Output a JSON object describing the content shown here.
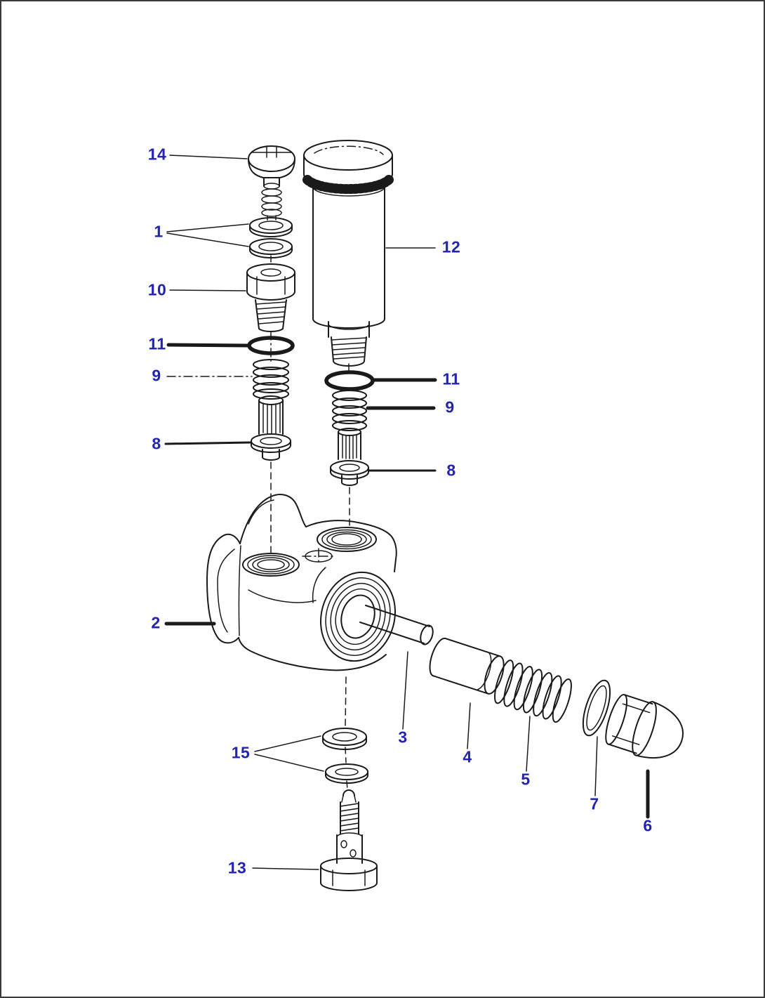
{
  "colors": {
    "background": "#ffffff",
    "line": "#1a1a1a",
    "label": "#2424b4"
  },
  "callouts": [
    {
      "label": "14"
    },
    {
      "label": "1"
    },
    {
      "label": "10"
    },
    {
      "label": "11"
    },
    {
      "label": "9"
    },
    {
      "label": "8"
    },
    {
      "label": "12"
    },
    {
      "label": "11"
    },
    {
      "label": "9"
    },
    {
      "label": "8"
    },
    {
      "label": "2"
    },
    {
      "label": "15"
    },
    {
      "label": "3"
    },
    {
      "label": "4"
    },
    {
      "label": "5"
    },
    {
      "label": "7"
    },
    {
      "label": "6"
    },
    {
      "label": "13"
    }
  ]
}
